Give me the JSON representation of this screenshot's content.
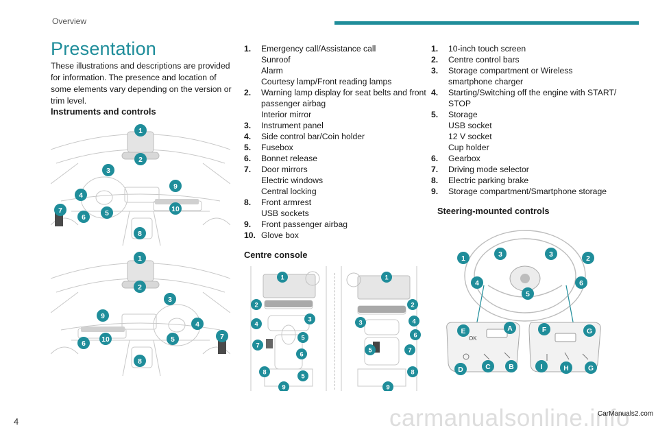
{
  "header": {
    "section": "Overview",
    "accent": "#1f8d9a"
  },
  "page": {
    "title": "Presentation",
    "intro": "These illustrations and descriptions are provided for information. The presence and location of some elements vary depending on the version or trim level.",
    "page_number": "4",
    "watermark": "carmanualsonline.info",
    "credit": "CarManuals2.com"
  },
  "instruments": {
    "heading": "Instruments and controls",
    "badges_lhd": [
      "1",
      "2",
      "3",
      "9",
      "4",
      "7",
      "6",
      "5",
      "10",
      "8"
    ],
    "badges_rhd": [
      "1",
      "2",
      "3",
      "9",
      "4",
      "7",
      "6",
      "10",
      "5",
      "8"
    ],
    "items": [
      {
        "num": "1.",
        "lines": [
          "Emergency call/Assistance call",
          "Sunroof",
          "Alarm",
          "Courtesy lamp/Front reading lamps"
        ]
      },
      {
        "num": "2.",
        "lines": [
          "Warning lamp display for seat belts and front",
          "passenger airbag",
          "Interior mirror"
        ]
      },
      {
        "num": "3.",
        "lines": [
          "Instrument panel"
        ]
      },
      {
        "num": "4.",
        "lines": [
          "Side control bar/Coin holder"
        ]
      },
      {
        "num": "5.",
        "lines": [
          "Fusebox"
        ]
      },
      {
        "num": "6.",
        "lines": [
          "Bonnet release"
        ]
      },
      {
        "num": "7.",
        "lines": [
          "Door mirrors",
          "Electric windows",
          "Central locking"
        ]
      },
      {
        "num": "8.",
        "lines": [
          "Front armrest",
          "USB sockets"
        ]
      },
      {
        "num": "9.",
        "lines": [
          "Front passenger airbag"
        ]
      },
      {
        "num": "10.",
        "lines": [
          "Glove box"
        ]
      }
    ]
  },
  "console": {
    "heading": "Centre console",
    "badges_left": [
      "1",
      "2",
      "3",
      "4",
      "7",
      "5",
      "6",
      "8",
      "5",
      "9"
    ],
    "badges_right": [
      "1",
      "2",
      "3",
      "4",
      "6",
      "5",
      "7",
      "8",
      "9"
    ],
    "items": [
      {
        "num": "1.",
        "lines": [
          "10-inch touch screen"
        ]
      },
      {
        "num": "2.",
        "lines": [
          "Centre control bars"
        ]
      },
      {
        "num": "3.",
        "lines": [
          "Storage compartment or Wireless",
          "smartphone charger"
        ]
      },
      {
        "num": "4.",
        "lines": [
          "Starting/Switching off the engine with START/",
          "STOP"
        ]
      },
      {
        "num": "5.",
        "lines": [
          "Storage",
          "USB socket",
          "12 V socket",
          "Cup holder"
        ]
      },
      {
        "num": "6.",
        "lines": [
          "Gearbox"
        ]
      },
      {
        "num": "7.",
        "lines": [
          "Driving mode selector"
        ]
      },
      {
        "num": "8.",
        "lines": [
          "Electric parking brake"
        ]
      },
      {
        "num": "9.",
        "lines": [
          "Storage compartment/Smartphone storage"
        ]
      }
    ]
  },
  "steering": {
    "heading": "Steering-mounted controls",
    "badges": [
      "1",
      "3",
      "3",
      "2",
      "4",
      "6",
      "5",
      "E",
      "A",
      "D",
      "C",
      "B",
      "F",
      "G",
      "I",
      "H",
      "G"
    ],
    "ok_label": "OK"
  }
}
